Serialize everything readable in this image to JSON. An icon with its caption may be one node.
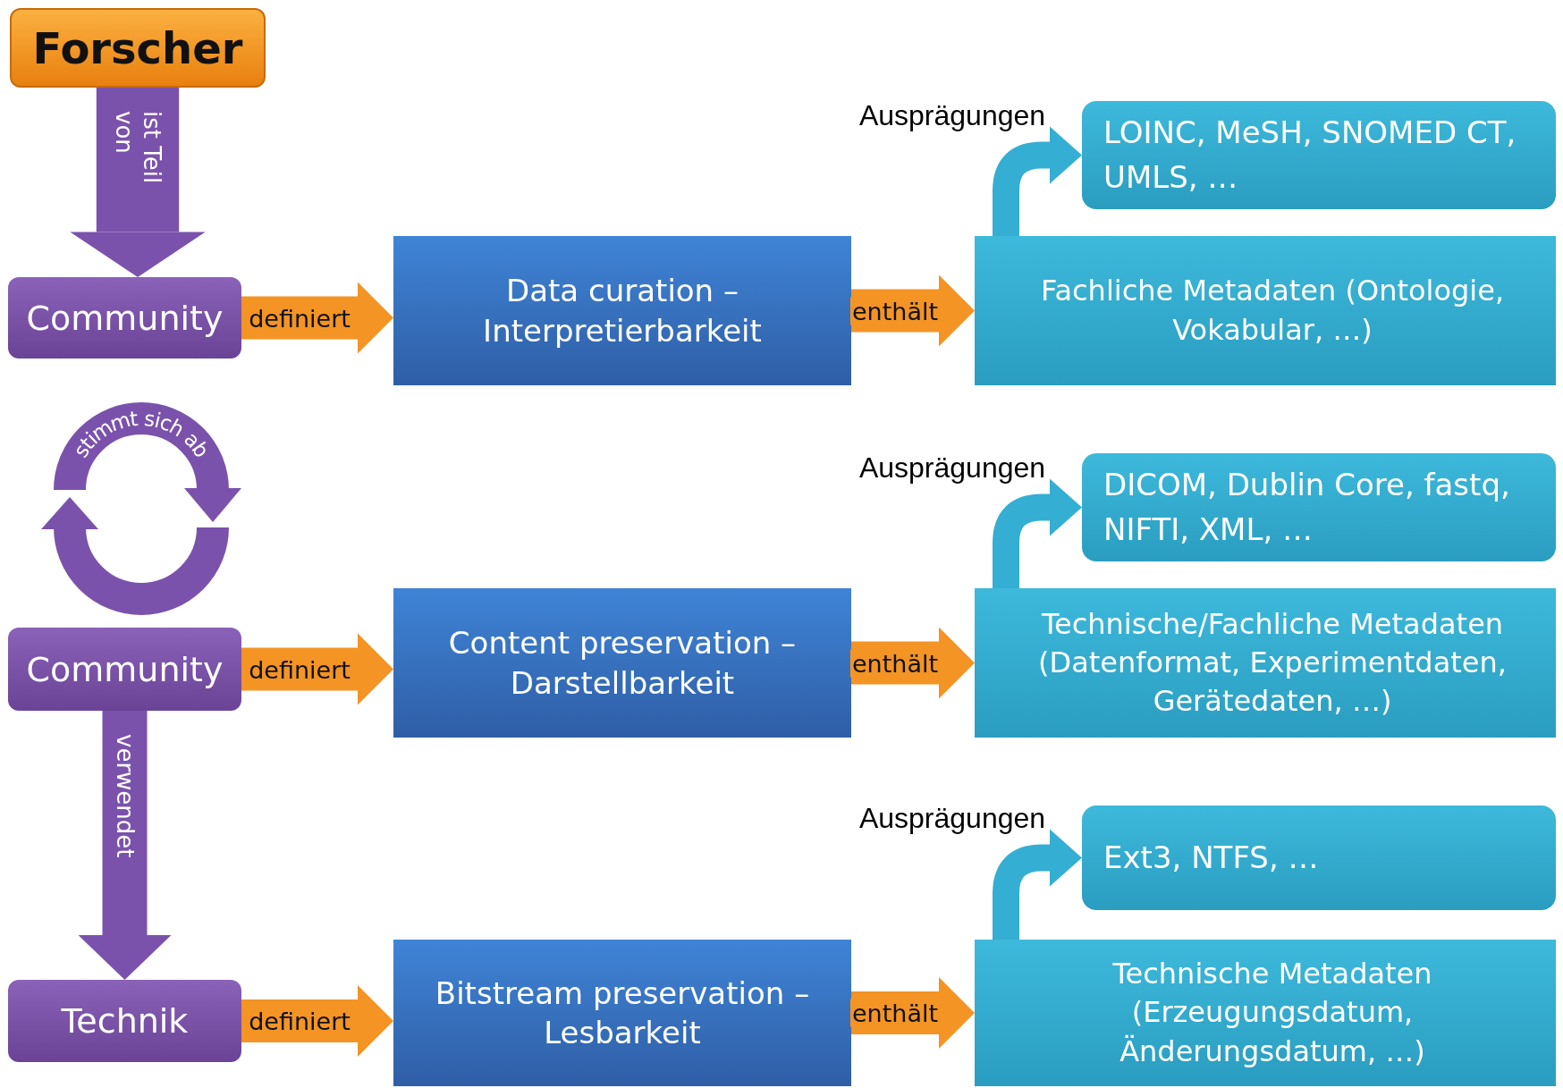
{
  "diagram": {
    "nodes": [
      {
        "text": [
          "Forscher"
        ]
      },
      {
        "text": [
          "LOINC, MeSH, SNOMED CT, UMLS, …"
        ]
      },
      {
        "text": [
          "Community"
        ]
      },
      {
        "text": [
          "Data curation – Interpretierbarkeit"
        ]
      },
      {
        "text": [
          "Fachliche Metadaten (Ontologie, Vokabular, …)"
        ]
      },
      {
        "text": [
          "DICOM, Dublin Core, fastq, NIFTI, XML, …"
        ]
      },
      {
        "text": [
          "Community"
        ]
      },
      {
        "text": [
          "Content  preservation – Darstellbarkeit"
        ]
      },
      {
        "text": [
          "Technische/Fachliche Metadaten (Datenformat, Experimentdaten, Gerätedaten, …)"
        ]
      },
      {
        "text": [
          "Ext3, NTFS, …"
        ]
      },
      {
        "text": [
          "Technik"
        ]
      },
      {
        "text": [
          "Bitstream preservation – Lesbarkeit"
        ]
      },
      {
        "text": [
          "Technische Metadaten (Erzeugungsdatum, Änderungsdatum, …)"
        ]
      }
    ],
    "edges": [
      {
        "from": 0,
        "to": 2,
        "arrow": "to",
        "label": "ist Teil von",
        "color": "#7b52ab",
        "style": "thick"
      },
      {
        "from": 2,
        "to": 3,
        "arrow": "to",
        "label": "definiert"
      },
      {
        "from": 3,
        "to": 4,
        "arrow": "to",
        "label": "enthält"
      },
      {
        "from": 4,
        "to": 1,
        "arrow": "to",
        "label": "Ausprägungen",
        "color": "#35aed3"
      },
      {
        "from": 6,
        "to": 7,
        "arrow": "to",
        "label": "definiert"
      },
      {
        "from": 7,
        "to": 8,
        "arrow": "to",
        "label": "enthält"
      },
      {
        "from": 8,
        "to": 5,
        "arrow": "to",
        "label": "Ausprägungen",
        "color": "#35aed3"
      },
      {
        "from": 6,
        "to": 10,
        "arrow": "to",
        "label": "verwendet",
        "color": "#7b52ab"
      },
      {
        "from": 10,
        "to": 11,
        "arrow": "to",
        "label": "definiert"
      },
      {
        "from": 11,
        "to": 12,
        "arrow": "to",
        "label": "enthält"
      },
      {
        "from": 12,
        "to": 9,
        "arrow": "to",
        "label": "Ausprägungen",
        "color": "#35aed3"
      }
    ],
    "labels": [
      "stimmt sich ab"
    ]
  }
}
